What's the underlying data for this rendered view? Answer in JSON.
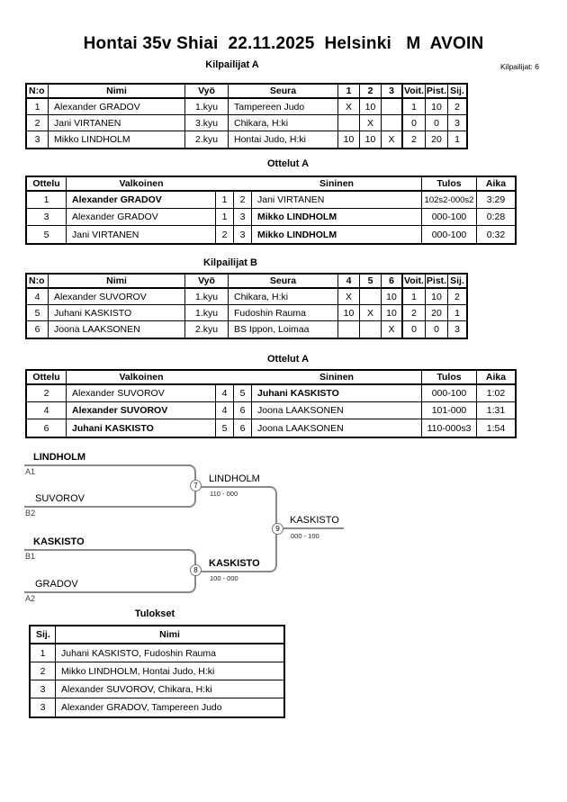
{
  "header": {
    "title": "Hontai 35v Shiai  22.11.2025  Helsinki   M  AVOIN",
    "competitors_count_label": "Kilpailijat: 6"
  },
  "sections": {
    "pool_a": {
      "heading": "Kilpailijat A"
    },
    "matches_a": {
      "heading": "Ottelut A"
    },
    "pool_b": {
      "heading": "Kilpailijat B"
    },
    "matches_b": {
      "heading": "Ottelut A"
    },
    "results": {
      "heading": "Tulokset"
    }
  },
  "pool_a_table": {
    "headers": {
      "no": "N:o",
      "name": "Nimi",
      "belt": "Vyö",
      "club": "Seura",
      "c1": "1",
      "c2": "2",
      "c3": "3",
      "wins": "Voit.",
      "points": "Pist.",
      "place": "Sij."
    },
    "rows": [
      {
        "no": "1",
        "name": "Alexander GRADOV",
        "belt": "1.kyu",
        "club": "Tampereen Judo",
        "c1": "X",
        "c2": "10",
        "c3": "",
        "wins": "1",
        "points": "10",
        "place": "2"
      },
      {
        "no": "2",
        "name": "Jani VIRTANEN",
        "belt": "3.kyu",
        "club": "Chikara, H:ki",
        "c1": "",
        "c2": "X",
        "c3": "",
        "wins": "0",
        "points": "0",
        "place": "3"
      },
      {
        "no": "3",
        "name": "Mikko LINDHOLM",
        "belt": "2.kyu",
        "club": "Hontai Judo, H:ki",
        "c1": "10",
        "c2": "10",
        "c3": "X",
        "wins": "2",
        "points": "20",
        "place": "1"
      }
    ]
  },
  "matches_a_table": {
    "headers": {
      "match": "Ottelu",
      "white": "Valkoinen",
      "blue": "Sininen",
      "result": "Tulos",
      "time": "Aika"
    },
    "rows": [
      {
        "match": "1",
        "white": "Alexander GRADOV",
        "wno": "1",
        "bno": "2",
        "blue": "Jani VIRTANEN",
        "result": "102s2-000s2",
        "time": "3:29"
      },
      {
        "match": "3",
        "white": "Alexander GRADOV",
        "wno": "1",
        "bno": "3",
        "blue": "Mikko LINDHOLM",
        "result": "000-100",
        "time": "0:28"
      },
      {
        "match": "5",
        "white": "Jani VIRTANEN",
        "wno": "2",
        "bno": "3",
        "blue": "Mikko LINDHOLM",
        "result": "000-100",
        "time": "0:32"
      }
    ]
  },
  "pool_b_table": {
    "headers": {
      "no": "N:o",
      "name": "Nimi",
      "belt": "Vyö",
      "club": "Seura",
      "c1": "4",
      "c2": "5",
      "c3": "6",
      "wins": "Voit.",
      "points": "Pist.",
      "place": "Sij."
    },
    "rows": [
      {
        "no": "4",
        "name": "Alexander SUVOROV",
        "belt": "1.kyu",
        "club": "Chikara, H:ki",
        "c1": "X",
        "c2": "",
        "c3": "10",
        "wins": "1",
        "points": "10",
        "place": "2"
      },
      {
        "no": "5",
        "name": "Juhani KASKISTO",
        "belt": "1.kyu",
        "club": "Fudoshin Rauma",
        "c1": "10",
        "c2": "X",
        "c3": "10",
        "wins": "2",
        "points": "20",
        "place": "1"
      },
      {
        "no": "6",
        "name": "Joona LAAKSONEN",
        "belt": "2.kyu",
        "club": "BS Ippon, Loimaa",
        "c1": "",
        "c2": "",
        "c3": "X",
        "wins": "0",
        "points": "0",
        "place": "3"
      }
    ]
  },
  "matches_b_table": {
    "headers": {
      "match": "Ottelu",
      "white": "Valkoinen",
      "blue": "Sininen",
      "result": "Tulos",
      "time": "Aika"
    },
    "rows": [
      {
        "match": "2",
        "white": "Alexander SUVOROV",
        "wno": "4",
        "bno": "5",
        "blue": "Juhani KASKISTO",
        "result": "000-100",
        "time": "1:02"
      },
      {
        "match": "4",
        "white": "Alexander SUVOROV",
        "wno": "4",
        "bno": "6",
        "blue": "Joona LAAKSONEN",
        "result": "101-000",
        "time": "1:31"
      },
      {
        "match": "6",
        "white": "Juhani KASKISTO",
        "wno": "5",
        "bno": "6",
        "blue": "Joona LAAKSONEN",
        "result": "110-000s3",
        "time": "1:54"
      }
    ]
  },
  "bracket": {
    "slots": [
      {
        "name": "LINDHOLM",
        "seed": "A1"
      },
      {
        "name": "SUVOROV",
        "seed": "B2"
      },
      {
        "name": "KASKISTO",
        "seed": "B1"
      },
      {
        "name": "GRADOV",
        "seed": "A2"
      }
    ],
    "matches": [
      {
        "number": "7",
        "winner": "LINDHOLM",
        "score": "110 - 000"
      },
      {
        "number": "8",
        "winner": "KASKISTO",
        "score": "100 - 000"
      },
      {
        "number": "9",
        "winner": "KASKISTO",
        "score": "000 - 100"
      }
    ]
  },
  "results_table": {
    "headers": {
      "place": "Sij.",
      "name": "Nimi"
    },
    "rows": [
      {
        "place": "1",
        "name": "Juhani KASKISTO, Fudoshin Rauma"
      },
      {
        "place": "2",
        "name": "Mikko LINDHOLM, Hontai Judo, H:ki"
      },
      {
        "place": "3",
        "name": "Alexander SUVOROV, Chikara, H:ki"
      },
      {
        "place": "3",
        "name": "Alexander GRADOV, Tampereen Judo"
      }
    ]
  }
}
